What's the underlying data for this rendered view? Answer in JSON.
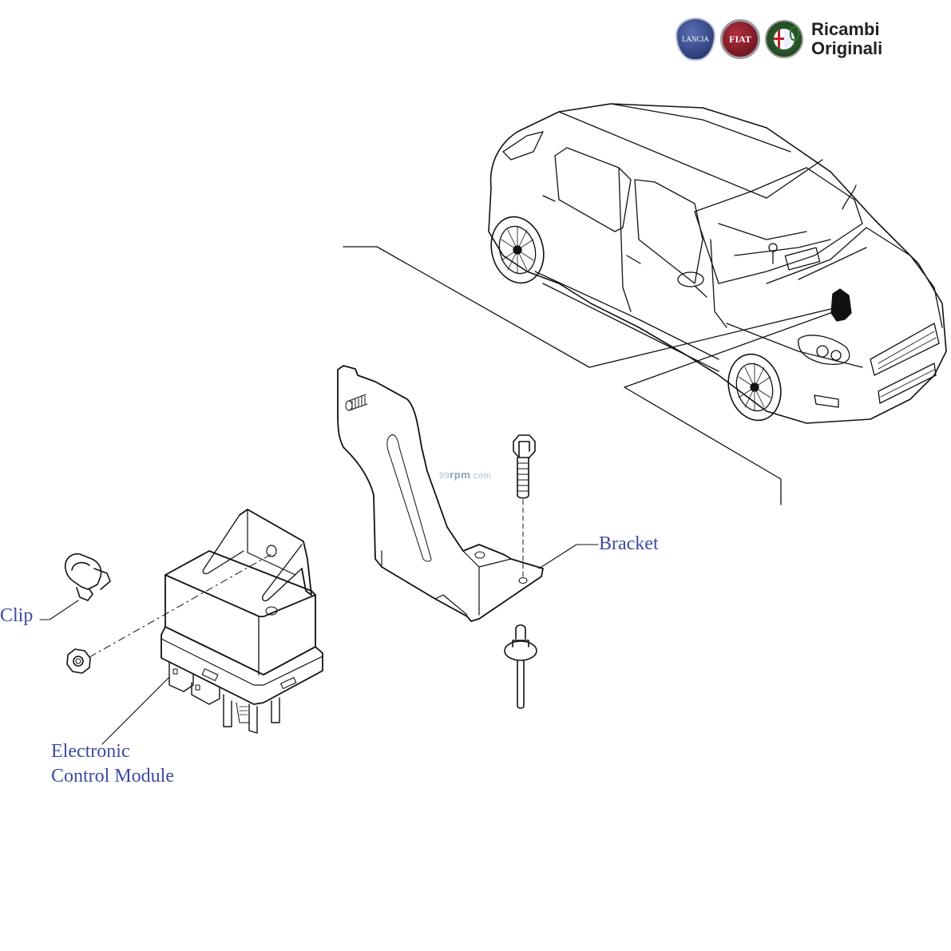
{
  "header": {
    "logos": [
      {
        "name": "lancia",
        "text": "LANCIA"
      },
      {
        "name": "fiat",
        "text": "FIAT"
      },
      {
        "name": "alfa-romeo",
        "text": "ALFA ROMEO"
      }
    ],
    "brand_line1": "Ricambi",
    "brand_line2": "Originali"
  },
  "watermark": {
    "prefix": "99",
    "main": "rpm",
    "suffix": ".com"
  },
  "labels": {
    "clip": "Clip",
    "ecm_line1": "Electronic",
    "ecm_line2": "Control Module",
    "bracket": "Bracket"
  },
  "colors": {
    "label": "#3d4aa6",
    "line": "#111111",
    "background": "#ffffff"
  },
  "parts": [
    {
      "id": "clip",
      "label": "Clip"
    },
    {
      "id": "nut",
      "label": ""
    },
    {
      "id": "ecm",
      "label": "Electronic Control Module"
    },
    {
      "id": "bracket",
      "label": "Bracket"
    },
    {
      "id": "bolt",
      "label": ""
    },
    {
      "id": "rivet",
      "label": ""
    }
  ]
}
